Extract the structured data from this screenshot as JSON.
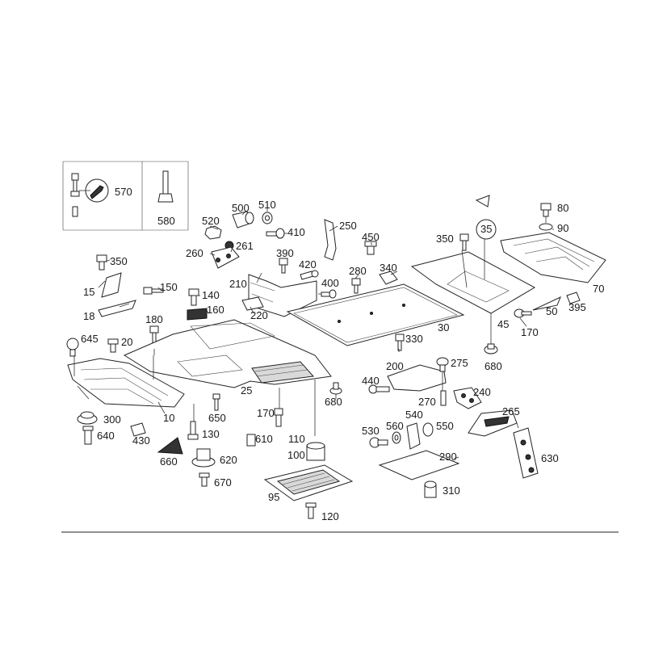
{
  "callouts": {
    "c10": "10",
    "c15": "15",
    "c18": "18",
    "c20": "20",
    "c25": "25",
    "c30": "30",
    "c35": "35",
    "c45": "45",
    "c50": "50",
    "c70": "70",
    "c80": "80",
    "c90": "90",
    "c95": "95",
    "c100": "100",
    "c110": "110",
    "c120": "120",
    "c130": "130",
    "c140": "140",
    "c150": "150",
    "c160": "160",
    "c170a": "170",
    "c170b": "170",
    "c180": "180",
    "c200": "200",
    "c210": "210",
    "c220": "220",
    "c240": "240",
    "c250": "250",
    "c260": "260",
    "c261": "261",
    "c265": "265",
    "c270": "270",
    "c275": "275",
    "c280": "280",
    "c290": "290",
    "c300": "300",
    "c310": "310",
    "c330": "330",
    "c340": "340",
    "c350a": "350",
    "c350b": "350",
    "c390": "390",
    "c395": "395",
    "c400": "400",
    "c410": "410",
    "c420": "420",
    "c430": "430",
    "c440": "440",
    "c450": "450",
    "c500": "500",
    "c510": "510",
    "c520": "520",
    "c530": "530",
    "c540": "540",
    "c550": "550",
    "c560": "560",
    "c570": "570",
    "c580": "580",
    "c610": "610",
    "c620": "620",
    "c630": "630",
    "c640": "640",
    "c645": "645",
    "c650": "650",
    "c660": "660",
    "c670": "670",
    "c680a": "680",
    "c680b": "680"
  },
  "icons": [
    "wrench-icon",
    "bolt-icon",
    "screw-icon",
    "nut-icon",
    "clip-icon"
  ],
  "colors": {
    "line": "#222222",
    "shade": "#d9d9d9",
    "background": "#ffffff"
  }
}
